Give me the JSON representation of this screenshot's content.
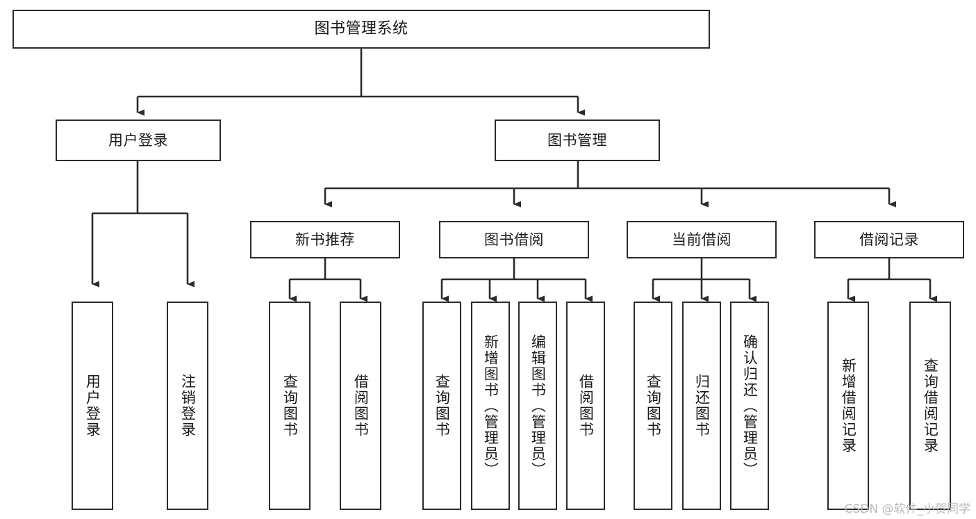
{
  "diagram": {
    "type": "tree",
    "title": "图书管理系统",
    "stroke_color": "#2b2b2b",
    "background_color": "#ffffff",
    "root": {
      "id": "root",
      "label": "图书管理系统"
    },
    "level2": [
      {
        "id": "user-login",
        "label": "用户登录"
      },
      {
        "id": "book-manage",
        "label": "图书管理"
      }
    ],
    "level3": [
      {
        "id": "new-book-rec",
        "label": "新书推荐",
        "parent": "book-manage"
      },
      {
        "id": "book-borrow",
        "label": "图书借阅",
        "parent": "book-manage"
      },
      {
        "id": "current-borrow",
        "label": "当前借阅",
        "parent": "book-manage"
      },
      {
        "id": "borrow-record",
        "label": "借阅记录",
        "parent": "book-manage"
      }
    ],
    "leaves": [
      {
        "id": "leaf-user-login",
        "label": "用户登录",
        "parent": "user-login"
      },
      {
        "id": "leaf-logout",
        "label": "注销登录",
        "parent": "user-login"
      },
      {
        "id": "leaf-query-book-1",
        "label": "查询图书",
        "parent": "new-book-rec"
      },
      {
        "id": "leaf-borrow-book-1",
        "label": "借阅图书",
        "parent": "new-book-rec"
      },
      {
        "id": "leaf-query-book-2",
        "label": "查询图书",
        "parent": "book-borrow"
      },
      {
        "id": "leaf-add-book",
        "label": "新增图书（管理员）",
        "parent": "book-borrow"
      },
      {
        "id": "leaf-edit-book",
        "label": "编辑图书（管理员）",
        "parent": "book-borrow"
      },
      {
        "id": "leaf-borrow-book-2",
        "label": "借阅图书",
        "parent": "book-borrow"
      },
      {
        "id": "leaf-query-book-3",
        "label": "查询图书",
        "parent": "current-borrow"
      },
      {
        "id": "leaf-return-book",
        "label": "归还图书",
        "parent": "current-borrow"
      },
      {
        "id": "leaf-confirm-return",
        "label": "确认归还（管理员）",
        "parent": "current-borrow"
      },
      {
        "id": "leaf-add-record",
        "label": "新增借阅记录",
        "parent": "borrow-record"
      },
      {
        "id": "leaf-query-record",
        "label": "查询借阅记录",
        "parent": "borrow-record"
      }
    ]
  },
  "watermark": {
    "text": "CSDN @软件_小贺同学"
  }
}
